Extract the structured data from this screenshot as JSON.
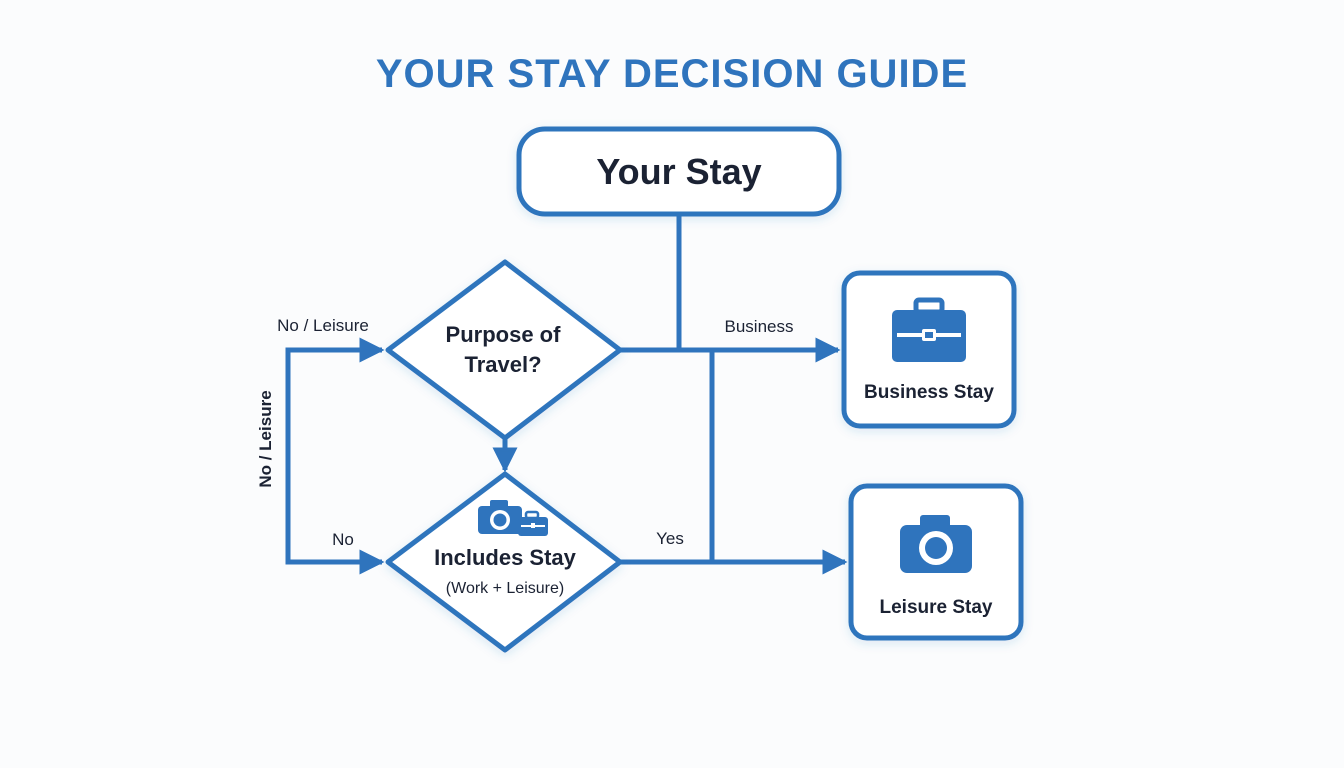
{
  "title": "YOUR STAY DECISION GUIDE",
  "colors": {
    "accent": "#2f74bd",
    "node_fill": "#ffffff",
    "text": "#1b2233"
  },
  "nodes": {
    "start": {
      "label": "Your Stay"
    },
    "purpose": {
      "line1": "Purpose of",
      "line2": "Travel?"
    },
    "includes": {
      "line1": "Includes Stay",
      "line2": "(Work + Leisure)",
      "icons": [
        "camera-icon",
        "briefcase-icon"
      ]
    },
    "business": {
      "label": "Business Stay",
      "icon": "briefcase-icon"
    },
    "leisure": {
      "label": "Leisure Stay",
      "icon": "camera-icon"
    }
  },
  "edges": {
    "no_leisure_top": "No / Leisure",
    "no_leisure_vertical": "No / Leisure",
    "business": "Business",
    "no": "No",
    "yes": "Yes"
  }
}
